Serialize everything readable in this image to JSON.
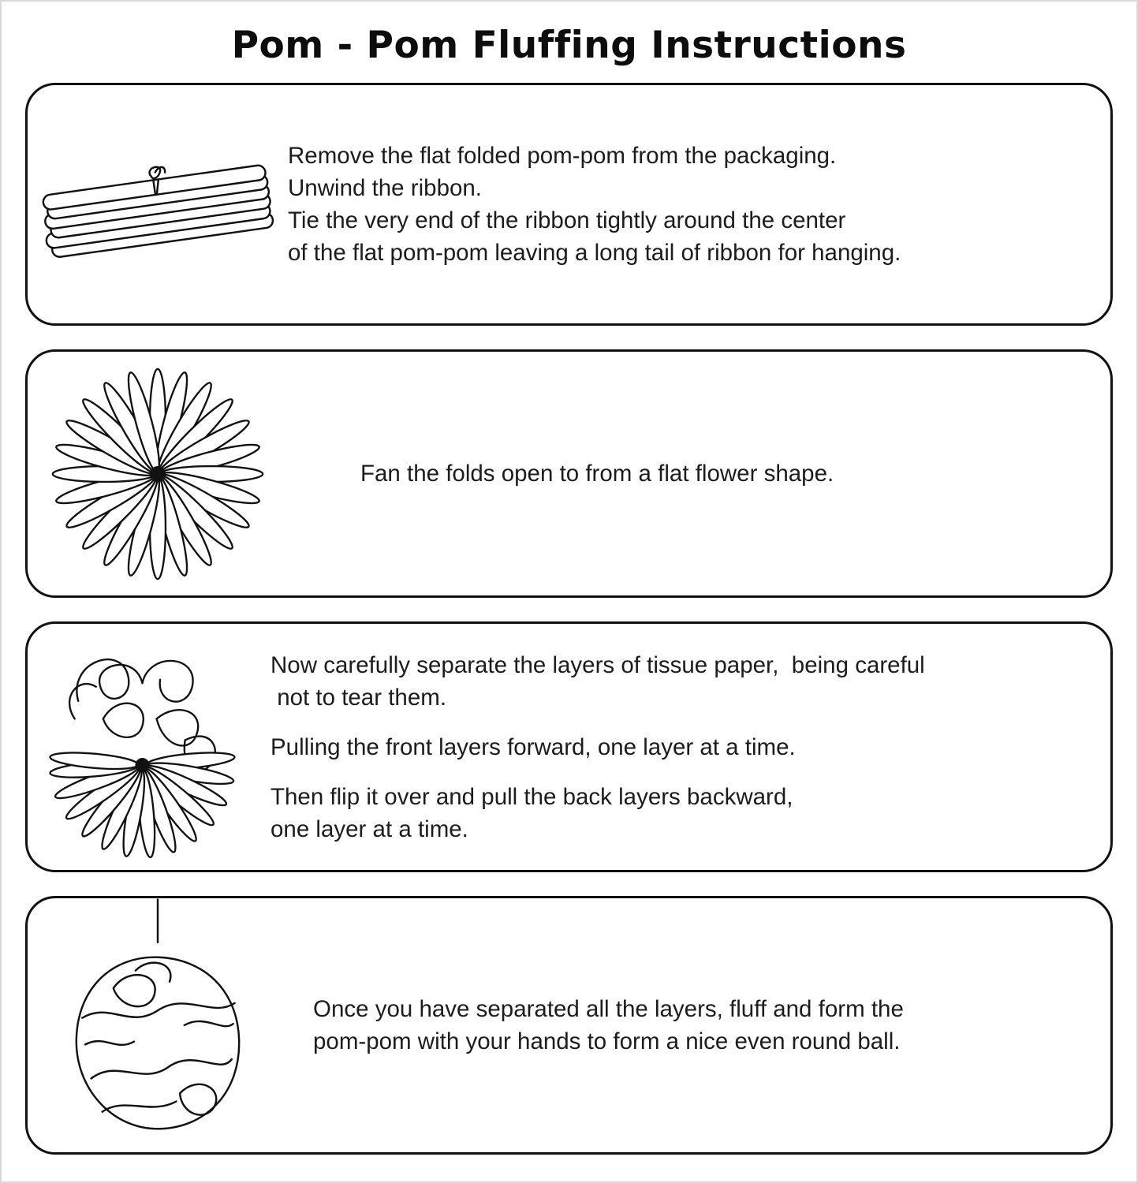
{
  "title": "Pom - Pom Fluffing Instructions",
  "steps": [
    {
      "illustration": "flat-folded-pompom",
      "lines": [
        "Remove the flat folded pom-pom from the packaging.",
        "Unwind the ribbon.",
        "Tie the very end of the ribbon tightly around the center",
        "of the flat pom-pom leaving a long tail of ribbon for hanging."
      ]
    },
    {
      "illustration": "fan-flower",
      "lines": [
        "Fan the folds open to from a flat flower shape."
      ]
    },
    {
      "illustration": "separate-layers",
      "paragraphs": [
        [
          "Now carefully separate the layers of tissue paper,  being careful",
          " not to tear them."
        ],
        [
          "Pulling the front layers forward, one layer at a time."
        ],
        [
          "Then flip it over and pull the back layers backward,",
          "one layer at a time."
        ]
      ]
    },
    {
      "illustration": "round-pompom",
      "lines": [
        "Once you have separated all the layers, fluff and form the",
        "pom-pom with your hands to form a nice even round ball."
      ]
    }
  ]
}
